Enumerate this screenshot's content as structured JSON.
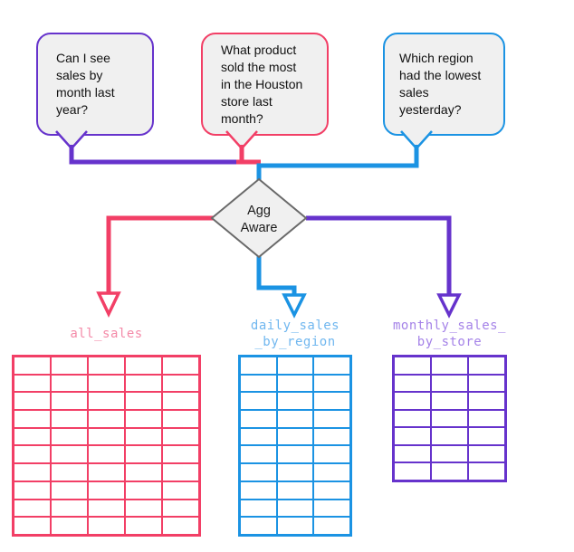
{
  "colors": {
    "purple": "#6633cc",
    "pink": "#f23f66",
    "blue": "#1b93e3",
    "label_pink": "#f48aa8",
    "label_blue": "#70b7ef",
    "label_purple": "#a583e8",
    "bubble_fill": "#f0f0f0",
    "diamond_fill": "#f0f0f0",
    "diamond_border": "#6a6a6a",
    "text": "#111111",
    "cell_fill": "#ffffff"
  },
  "bubbles": [
    {
      "id": "monthly-sales-question",
      "text": "Can I see\nsales by\nmonth last\nyear?"
    },
    {
      "id": "houston-product-question",
      "text": "What product\nsold the most\nin the Houston\nstore last\nmonth?"
    },
    {
      "id": "lowest-region-question",
      "text": "Which region\nhad the lowest\nsales\nyesterday?"
    }
  ],
  "decision": {
    "line1": "Agg",
    "line2": "Aware"
  },
  "tables": [
    {
      "name": "all_sales",
      "label_lines": [
        "all_sales",
        ""
      ],
      "columns": 5,
      "rows": 10
    },
    {
      "name": "daily_sales_by_region",
      "label_lines": [
        "daily_sales",
        "_by_region"
      ],
      "columns": 3,
      "rows": 10
    },
    {
      "name": "monthly_sales_by_store",
      "label_lines": [
        "monthly_sales_",
        "by_store"
      ],
      "columns": 3,
      "rows": 7
    }
  ]
}
